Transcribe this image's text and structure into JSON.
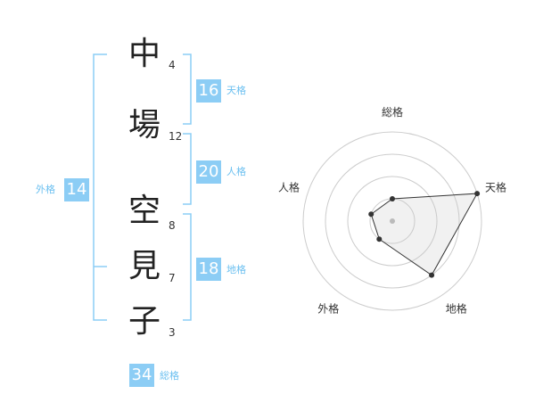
{
  "name": {
    "chars": [
      {
        "char": "中",
        "strokes": "4"
      },
      {
        "char": "場",
        "strokes": "12"
      },
      {
        "char": "空",
        "strokes": "8"
      },
      {
        "char": "見",
        "strokes": "7"
      },
      {
        "char": "子",
        "strokes": "3"
      }
    ]
  },
  "grids": {
    "tenkaku": {
      "value": "16",
      "label": "天格"
    },
    "jinkaku": {
      "value": "20",
      "label": "人格"
    },
    "chikaku": {
      "value": "18",
      "label": "地格"
    },
    "gaikaku": {
      "value": "14",
      "label": "外格"
    },
    "soukaku": {
      "value": "34",
      "label": "総格"
    }
  },
  "colors": {
    "accent": "#8ccdf5",
    "bracket": "#8ccdf5",
    "label": "#6cc0f0"
  },
  "chart_data": {
    "type": "radar",
    "axes": [
      "総格",
      "天格",
      "地格",
      "外格",
      "人格"
    ],
    "values": [
      1,
      4,
      3,
      1,
      1
    ],
    "max": 4,
    "rings": 4
  }
}
